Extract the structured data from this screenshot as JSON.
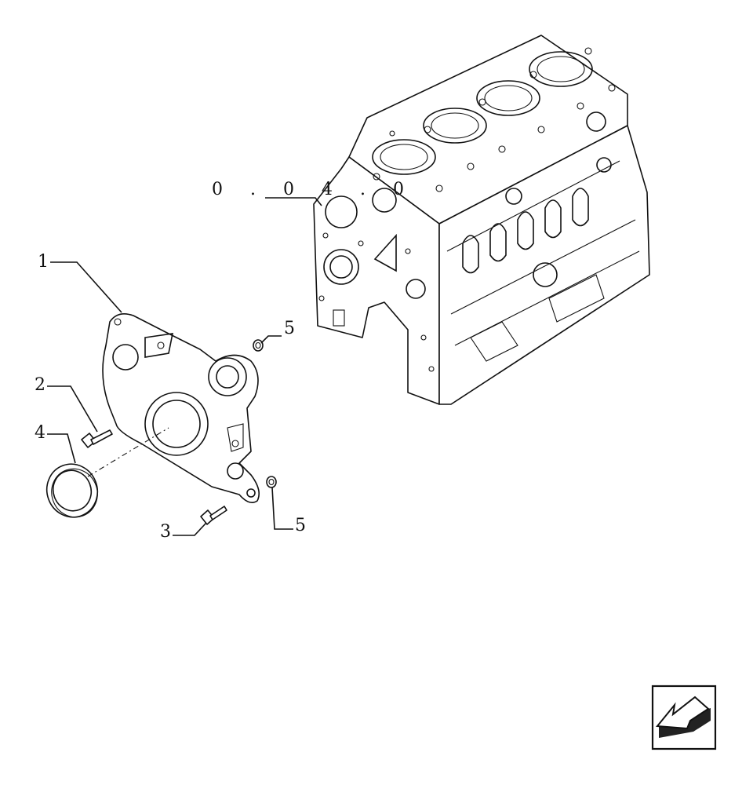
{
  "diagram": {
    "reference_code": "0 . 0 4 . 0",
    "callouts": [
      {
        "id": "callout-1",
        "label": "1"
      },
      {
        "id": "callout-2",
        "label": "2"
      },
      {
        "id": "callout-3",
        "label": "3"
      },
      {
        "id": "callout-4",
        "label": "4"
      },
      {
        "id": "callout-5a",
        "label": "5"
      },
      {
        "id": "callout-5b",
        "label": "5"
      }
    ],
    "parts": {
      "engine_block": "engine-block",
      "front_cover": "timing-cover",
      "bolt_2": "bolt",
      "bolt_3": "bolt",
      "seal_4": "seal-ring",
      "dowel_5": "dowel-bushing"
    },
    "nav_icon": "previous-page-arrow-icon"
  }
}
